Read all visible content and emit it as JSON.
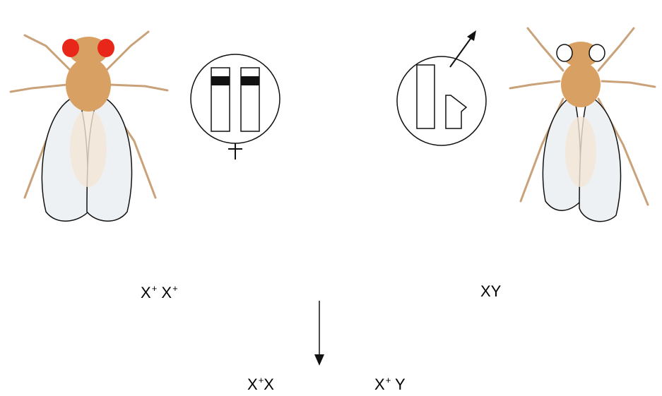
{
  "cross": {
    "female": {
      "eye_color": "#e8261a",
      "genotype": {
        "a": "X",
        "a_sup": "+",
        "b": "X",
        "b_sup": "+"
      }
    },
    "male": {
      "eye_color": "#ffffff",
      "genotype": {
        "a": "XY"
      }
    },
    "offspring": {
      "daughter": {
        "a": "X",
        "a_sup": "+",
        "b": "X"
      },
      "son": {
        "a": "X",
        "a_sup": "+",
        "b": "Y"
      }
    }
  },
  "colors": {
    "body": "#d9a064",
    "legs": "#e6c7a0",
    "wing": "#eef1f3",
    "outline": "#111111"
  },
  "icons": [
    "fly-icon",
    "female-symbol-icon",
    "male-symbol-icon",
    "arrow-down-icon"
  ]
}
